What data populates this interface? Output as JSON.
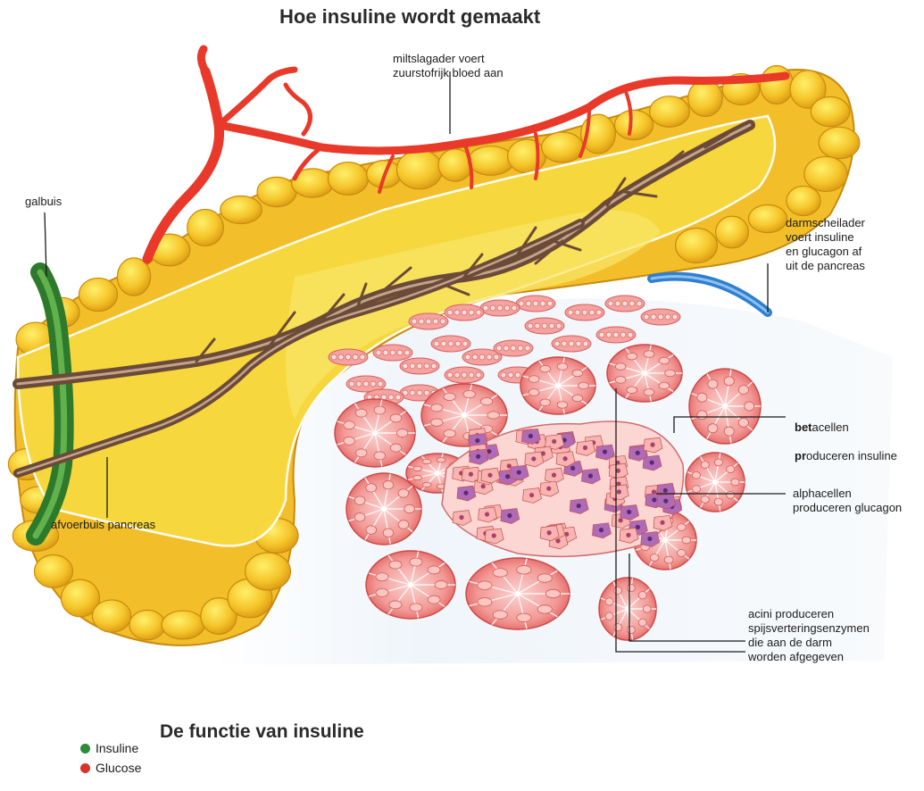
{
  "title": "Hoe insuline wordt gemaakt",
  "labels": {
    "artery": "miltslagader voert\nzuurstofrijk bloed aan",
    "galbuis": "galbuis",
    "vein": "darmscheilader\nvoert insuline\nen glucagon af\nuit de pancreas",
    "beta_bold_1": "bet",
    "beta_rest_1": "acellen",
    "beta_bold_2": "pr",
    "beta_rest_2": "oduceren insuline",
    "alpha": "alphacellen\nproduceren glucagon",
    "duct": "afvoerbuis pancreas",
    "acini": "acini produceren\nspijsverteringsenzymen\ndie aan de darm\nworden afgegeven"
  },
  "subtitle": "De functie van insuline",
  "legend": [
    {
      "label": "Insuline",
      "color": "#2e8b3a"
    },
    {
      "label": "Glucose",
      "color": "#d9342b"
    }
  ],
  "colors": {
    "pancreas": "#f2c02c",
    "pancreas_light": "#f7dc55",
    "artery": "#e8392a",
    "duct": "#7a5a45",
    "bile": "#3f8a35",
    "vein": "#2f7fd0",
    "acinus": "#f08a8a",
    "islet_purple": "#8a4a9a"
  }
}
